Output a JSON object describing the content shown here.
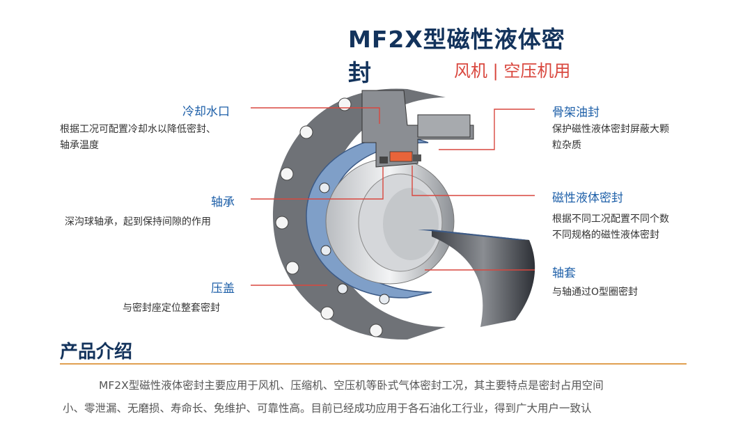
{
  "header": {
    "title": "MF2X型磁性液体密封",
    "subtitle": "风机 | 空压机用"
  },
  "callouts": {
    "left": [
      {
        "title": "冷却水口",
        "desc_lines": [
          "根据工况可配置冷却水以降低密封、",
          "轴承温度"
        ]
      },
      {
        "title": "轴承",
        "desc_lines": [
          "深沟球轴承，起到保持间隙的作用"
        ]
      },
      {
        "title": "压盖",
        "desc_lines": [
          "与密封座定位整套密封"
        ]
      }
    ],
    "right": [
      {
        "title": "骨架油封",
        "desc_lines": [
          "保护磁性液体密封屏蔽大颗",
          "粒杂质"
        ]
      },
      {
        "title": "磁性液体密封",
        "desc_lines": [
          "根据不同工况配置不同个数",
          "不同规格的磁性液体密封"
        ]
      },
      {
        "title": "轴套",
        "desc_lines": [
          "与轴通过O型圈密封"
        ]
      }
    ]
  },
  "intro": {
    "heading": "产品介绍",
    "lines": [
      "MF2X型磁性液体密封主要应用于风机、压缩机、空压机等卧式气体密封工况，其主要特点是密封占用空间",
      "小、零泄漏、无磨损、寿命长、免维护、可靠性高。目前已经成功应用于各石油化工行业，得到广大用户一致认"
    ]
  },
  "colors": {
    "title": "#13335c",
    "subtitle": "#d9473e",
    "callout_title": "#1d5fa8",
    "leader_line": "#d9473e",
    "divider": "#e0a050",
    "housing_gray": "#6f7277",
    "cover_blue": "#7f9fc8"
  }
}
